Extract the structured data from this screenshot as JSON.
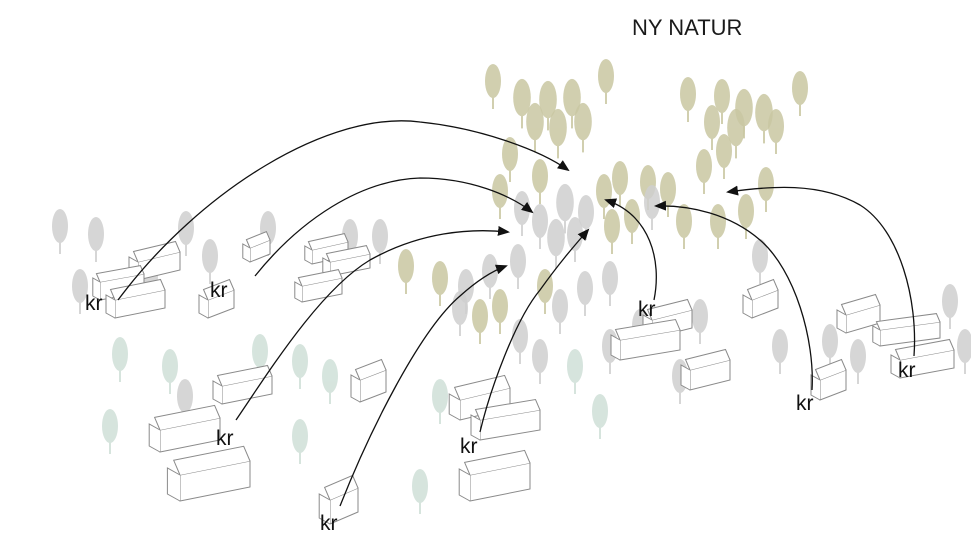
{
  "title": "NY NATUR",
  "labels": {
    "l1": "kr",
    "l2": "kr",
    "l3": "kr",
    "l4": "kr",
    "l5": "kr",
    "l6": "kr",
    "l7": "kr",
    "l8": "kr"
  },
  "colors": {
    "tree_olive": "#c9c7a2",
    "tree_gray": "#cfcfcf",
    "tree_green": "#cfe0d8",
    "house_stroke": "#8a8a8a",
    "arrow": "#111111"
  }
}
